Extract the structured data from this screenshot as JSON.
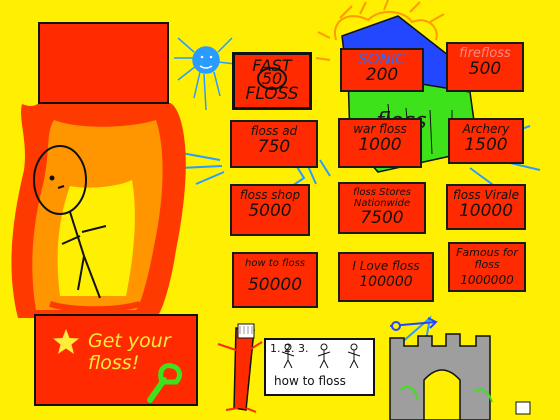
{
  "colors": {
    "background": "#ffef00",
    "button_red": "#ff2a00",
    "building_blue": "#2346ff",
    "roof_green": "#3de21a",
    "sun_orange": "#ff9a00",
    "castle_gray": "#9e9e9e",
    "fire_red": "#ff3a00",
    "fire_orange": "#ff9600"
  },
  "shop": {
    "fast_floss": {
      "line1": "FAST",
      "badge": "50",
      "line2": "FLOSS"
    },
    "sonic": {
      "name": "SONIC",
      "price": "200"
    },
    "firefloss": {
      "name": "firefloss",
      "price": "500"
    },
    "floss_ad": {
      "name": "floss ad",
      "price": "750"
    },
    "war_floss": {
      "name": "war floss",
      "price": "1000"
    },
    "archery": {
      "name": "Archery",
      "price": "1500"
    },
    "floss_shop": {
      "name": "floss shop",
      "price": "5000"
    },
    "floss_stores": {
      "name": "floss Stores Nationwide",
      "price": "7500"
    },
    "floss_viral": {
      "name": "floss Virale",
      "price": "10000"
    },
    "how_to_floss": {
      "name": "how to floss",
      "price": "50000"
    },
    "i_love_floss": {
      "name": "I Love floss",
      "price": "100000"
    },
    "famous": {
      "name": "Famous for floss",
      "price": "1000000"
    }
  },
  "get_floss": {
    "label": "Get your floss!"
  },
  "how_card": {
    "steps": "1.  2.  3.",
    "caption": "how to floss"
  },
  "icons": {
    "spider": "spider-icon",
    "star": "star-icon",
    "floss_pick": "floss-pick-icon",
    "toothbrush": "toothbrush-icon",
    "castle": "castle-icon",
    "flame": "flame-icon"
  }
}
